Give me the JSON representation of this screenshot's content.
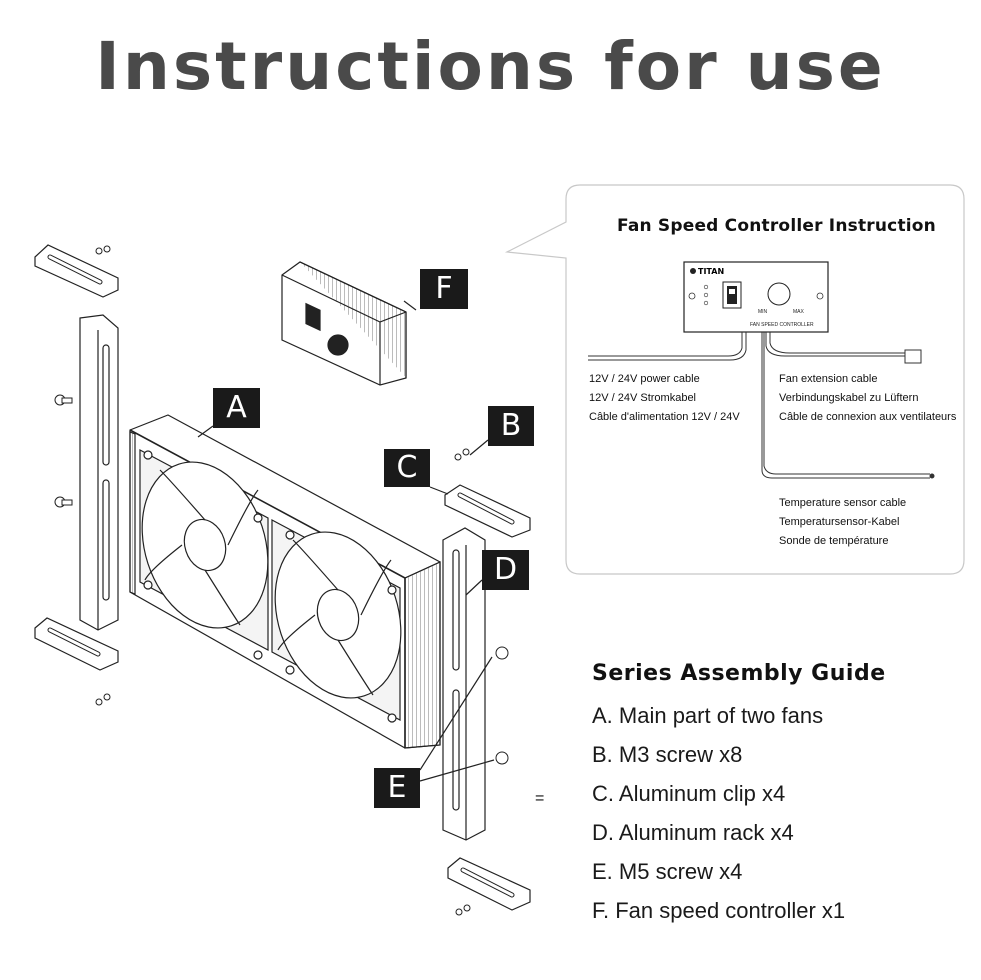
{
  "title": "Instructions for use",
  "callouts": {
    "A": "A",
    "B": "B",
    "C": "C",
    "D": "D",
    "E": "E",
    "F": "F"
  },
  "fan_controller": {
    "panel_title": "Fan Speed Controller Instruction",
    "brand": "TITAN",
    "device_label": "FAN SPEED CONTROLLER",
    "knob_min": "MIN",
    "knob_max": "MAX",
    "power_cable": [
      "12V / 24V power cable",
      "12V / 24V Stromkabel",
      "Câble d'alimentation 12V / 24V"
    ],
    "fan_extension": [
      "Fan extension cable",
      "Verbindungskabel zu Lüftern",
      "Câble de connexion aux ventilateurs"
    ],
    "temp_sensor": [
      "Temperature sensor cable",
      "Temperatursensor-Kabel",
      "Sonde de température"
    ]
  },
  "assembly_guide": {
    "title": "Series Assembly Guide",
    "items": [
      "A. Main part of two fans",
      "B. M3 screw x8",
      "C. Aluminum clip x4",
      "D. Aluminum rack x4",
      "E. M5 screw x4",
      "F. Fan speed controller x1"
    ]
  },
  "equals_sign": "="
}
